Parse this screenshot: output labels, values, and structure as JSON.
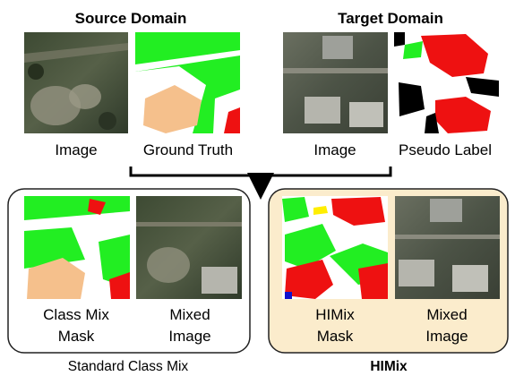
{
  "headings": {
    "source": "Source Domain",
    "target": "Target Domain"
  },
  "top_row": {
    "image_1": "Image",
    "ground_truth": "Ground Truth",
    "image_2": "Image",
    "pseudo_label": "Pseudo Label"
  },
  "standard_box": {
    "class_mix_line1": "Class Mix",
    "class_mix_line2": "Mask",
    "mixed_line1": "Mixed",
    "mixed_line2": "Image",
    "caption": "Standard Class Mix"
  },
  "himix_box": {
    "mask_line1": "HIMix",
    "mask_line2": "Mask",
    "mixed_line1": "Mixed",
    "mixed_line2": "Image",
    "caption": "HIMix"
  },
  "colors": {
    "green": "#22ee22",
    "red": "#ee1111",
    "peach": "#f5c08c",
    "himix_fill": "#fbeccc",
    "frame": "#222222"
  }
}
